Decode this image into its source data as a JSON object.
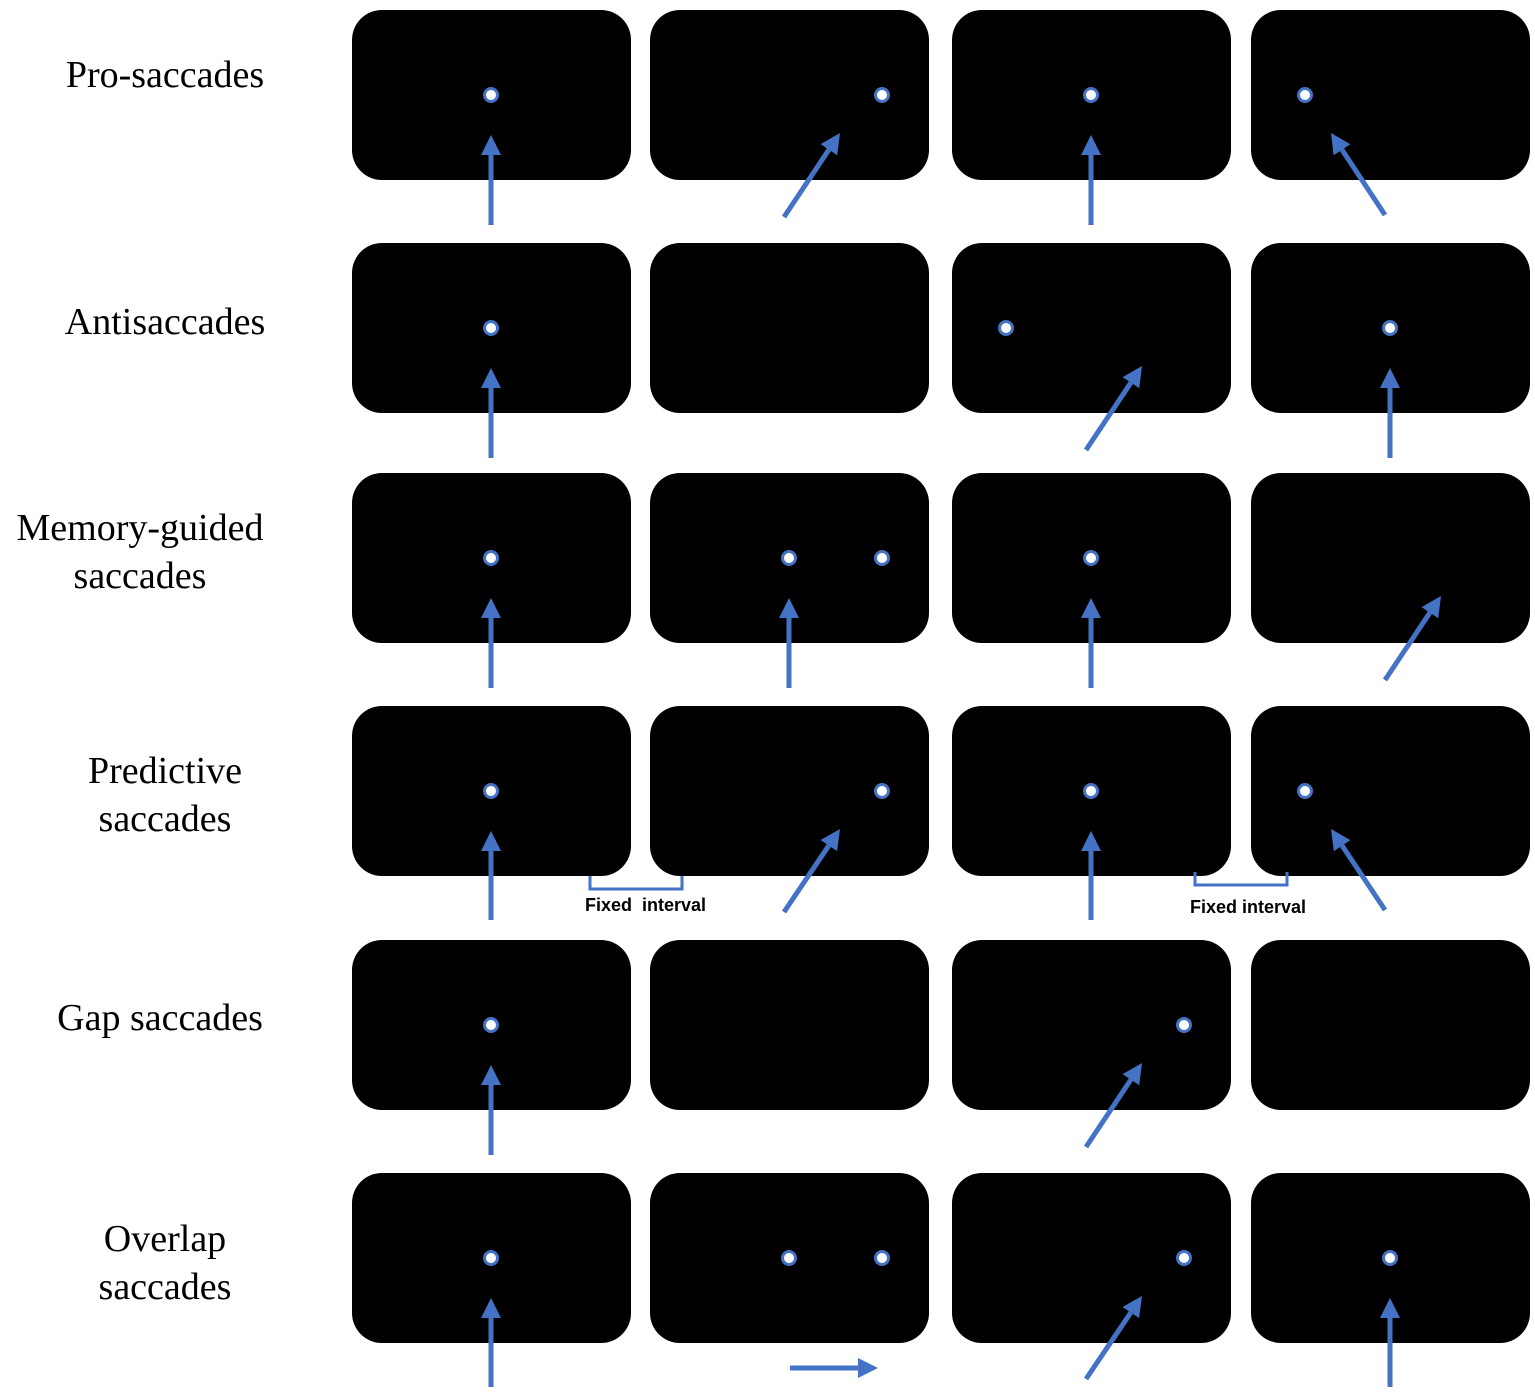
{
  "colors": {
    "screen": "#000000",
    "arrow": "#4472c4",
    "target_ring": "#4472c4",
    "target_fill": "#ffffff"
  },
  "rows": [
    {
      "label_lines": [
        "Pro-saccades"
      ],
      "panels": [
        {
          "targets": [
            "center"
          ],
          "arrow": "up"
        },
        {
          "targets": [
            "right"
          ],
          "arrow": "up-right"
        },
        {
          "targets": [
            "center"
          ],
          "arrow": "up"
        },
        {
          "targets": [
            "left"
          ],
          "arrow": "up-left"
        }
      ]
    },
    {
      "label_lines": [
        "Antisaccades"
      ],
      "panels": [
        {
          "targets": [
            "center"
          ],
          "arrow": "up"
        },
        {
          "targets": [],
          "arrow": "none"
        },
        {
          "targets": [
            "left"
          ],
          "arrow": "up-right"
        },
        {
          "targets": [
            "center"
          ],
          "arrow": "up"
        }
      ]
    },
    {
      "label_lines": [
        "Memory-guided",
        "saccades"
      ],
      "panels": [
        {
          "targets": [
            "center"
          ],
          "arrow": "up"
        },
        {
          "targets": [
            "center",
            "right"
          ],
          "arrow": "up"
        },
        {
          "targets": [
            "center"
          ],
          "arrow": "up"
        },
        {
          "targets": [],
          "arrow": "up-right"
        }
      ]
    },
    {
      "label_lines": [
        "Predictive",
        "saccades"
      ],
      "panels": [
        {
          "targets": [
            "center"
          ],
          "arrow": "up"
        },
        {
          "targets": [
            "right"
          ],
          "arrow": "up-right"
        },
        {
          "targets": [
            "center"
          ],
          "arrow": "up"
        },
        {
          "targets": [
            "left"
          ],
          "arrow": "up-left"
        }
      ],
      "interval_labels": [
        "Fixed  interval",
        "Fixed interval"
      ]
    },
    {
      "label_lines": [
        "Gap saccades"
      ],
      "panels": [
        {
          "targets": [
            "center"
          ],
          "arrow": "up"
        },
        {
          "targets": [],
          "arrow": "none"
        },
        {
          "targets": [
            "right"
          ],
          "arrow": "up-right"
        },
        {
          "targets": [],
          "arrow": "none"
        }
      ]
    },
    {
      "label_lines": [
        "Overlap",
        "saccades"
      ],
      "panels": [
        {
          "targets": [
            "center"
          ],
          "arrow": "up"
        },
        {
          "targets": [
            "center",
            "right"
          ],
          "arrow": "right"
        },
        {
          "targets": [
            "right"
          ],
          "arrow": "up-right"
        },
        {
          "targets": [
            "center"
          ],
          "arrow": "up"
        }
      ]
    }
  ]
}
